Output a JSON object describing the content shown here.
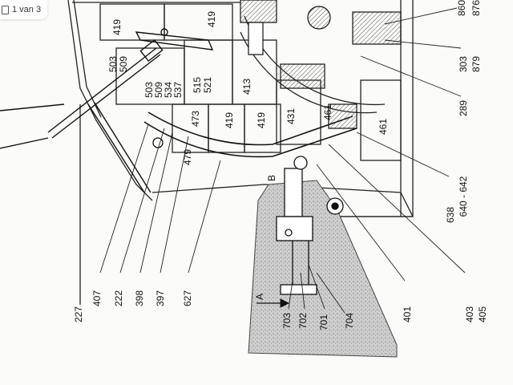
{
  "viewer": {
    "page_counter": "1 van 3",
    "page_icon": "page-icon"
  },
  "drawing": {
    "part_labels": {
      "p419a": "419",
      "p419b": "419",
      "p419c": "419",
      "p419d": "419",
      "p503": "503",
      "p509": "509",
      "p503b": "503",
      "p509b": "509",
      "p534": "534",
      "p537": "537",
      "p515": "515",
      "p521": "521",
      "p413": "413",
      "p431": "431",
      "p461a": "461",
      "p461b": "461",
      "p473": "473",
      "p479": "479",
      "pB": "B",
      "pA": "A",
      "p860": "860",
      "p876": "876",
      "p303": "303",
      "p879": "879",
      "p289": "289",
      "p638": "638",
      "p640": "640 - 642"
    },
    "bottom_labels": {
      "b227": "227",
      "b407": "407",
      "b222": "222",
      "b398": "398",
      "b397": "397",
      "b627": "627",
      "b703": "703",
      "b702": "702",
      "b701": "701",
      "b704": "704",
      "b401": "401",
      "b403": "403",
      "b405": "405"
    }
  }
}
